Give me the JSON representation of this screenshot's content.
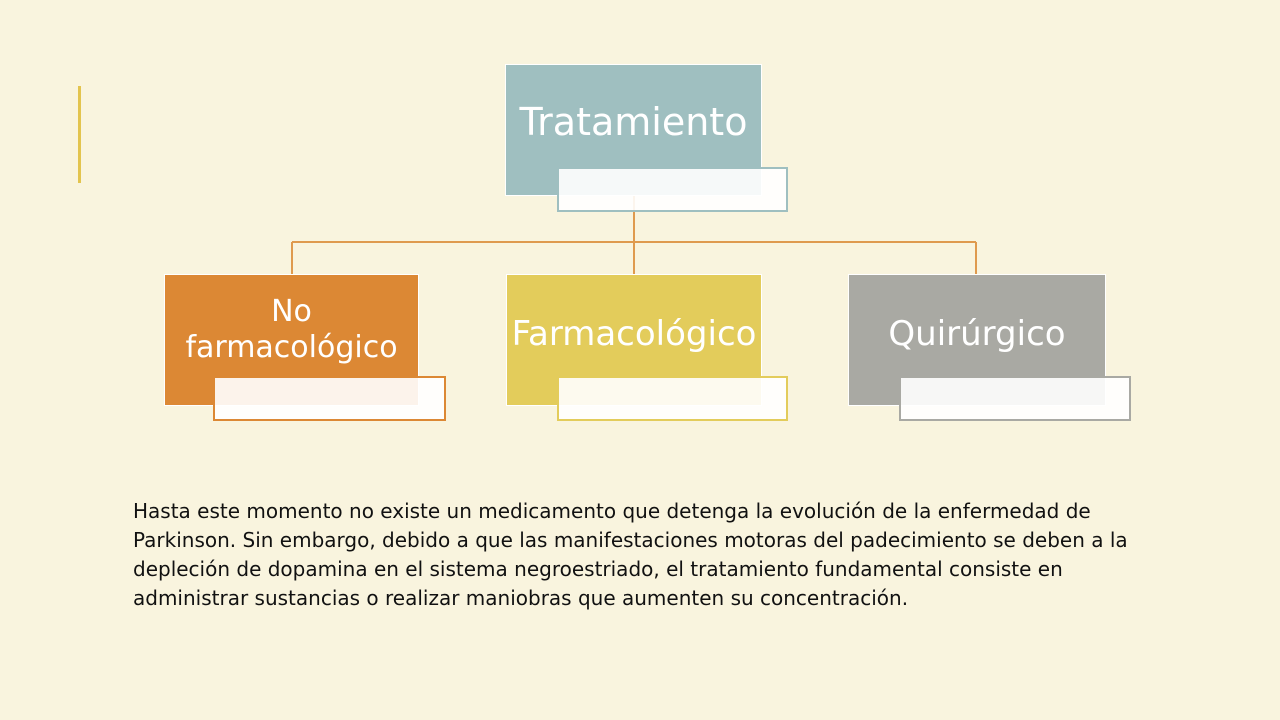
{
  "diagram": {
    "root": {
      "label": "Tratamiento",
      "color": "#9fbfc0"
    },
    "children": [
      {
        "label": "No farmacológico",
        "color": "#dc8834"
      },
      {
        "label": "Farmacológico",
        "color": "#e3cc5b"
      },
      {
        "label": "Quirúrgico",
        "color": "#a9a9a3"
      }
    ],
    "connector_color": "#df9a4e"
  },
  "accent_color": "#e3c44e",
  "background_color": "#f9f4de",
  "body_text": "Hasta este momento no existe un medicamento que detenga la evolución de la enfermedad de Parkinson. Sin embargo, debido a que las manifestaciones motoras del padecimiento se deben a la depleción de dopamina en el sistema negroestriado, el tratamiento fundamental consiste en administrar sustancias o realizar maniobras que aumenten su concentración."
}
